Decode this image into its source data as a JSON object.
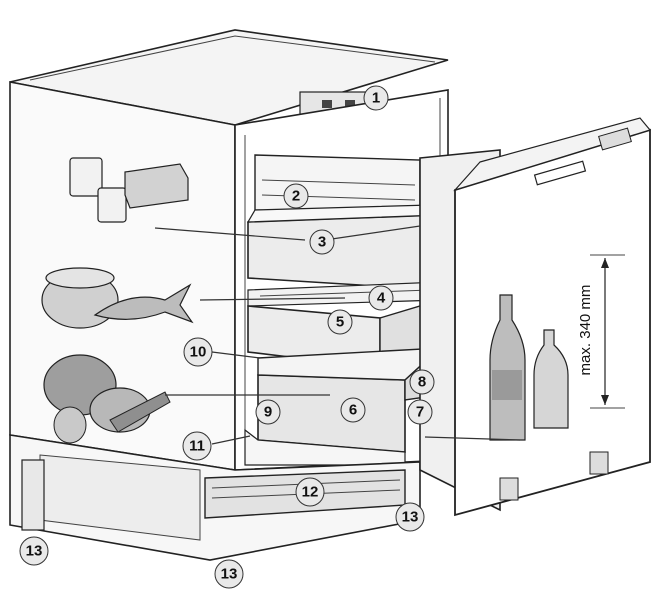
{
  "callouts": [
    {
      "id": "c1",
      "label": "1"
    },
    {
      "id": "c2",
      "label": "2"
    },
    {
      "id": "c3",
      "label": "3"
    },
    {
      "id": "c4",
      "label": "4"
    },
    {
      "id": "c5",
      "label": "5"
    },
    {
      "id": "c6",
      "label": "6"
    },
    {
      "id": "c7",
      "label": "7"
    },
    {
      "id": "c8",
      "label": "8"
    },
    {
      "id": "c9",
      "label": "9"
    },
    {
      "id": "c10",
      "label": "10"
    },
    {
      "id": "c11",
      "label": "11"
    },
    {
      "id": "c12",
      "label": "12"
    },
    {
      "id": "c13a",
      "label": "13"
    },
    {
      "id": "c13b",
      "label": "13"
    },
    {
      "id": "c13c",
      "label": "13"
    }
  ],
  "dimension": {
    "label": "max. 340 mm"
  },
  "colors": {
    "line": "#222222",
    "fill_light": "#f2f2f2",
    "fill_mid": "#d9d9d9",
    "food": "#bdbdbd",
    "callout_bg": "#e9e9e9"
  },
  "icons": [
    "food-cups-icon",
    "fish-pot-icon",
    "vegetables-icon",
    "bottles-icon"
  ]
}
